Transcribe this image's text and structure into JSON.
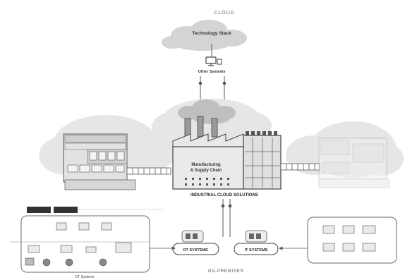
{
  "diagram": {
    "cloud_label": "CLOUD",
    "tech_stack": "Technology Stack",
    "other_systems": "Other Systems",
    "factory_label_1": "Manufacturing",
    "factory_label_2": "& Supply Chain",
    "industrial_cloud": "INDUSTRIAL CLOUD SOLUTIONS",
    "ot_systems_pill": "OT SYSTEMS",
    "it_systems_pill": "IT SYSTEMS",
    "on_premises": "ON-PREMISES",
    "ot_systems_panel": "OT Systems",
    "left_building_caption": "",
    "right_building_caption": "",
    "left_arrow_caption": "",
    "right_arrow_caption": "",
    "left_panel_header_1": "",
    "left_panel_header_2": "",
    "left_panel_side": "",
    "right_panel_caption": "",
    "colors": {
      "line": "#555555",
      "panel_stroke": "#6a6a6a",
      "cloud_fill": "#d4d4d4",
      "building_fill": "#e2e2e2",
      "building_faded": "#f0f0f0",
      "dark_tab": "#333333"
    }
  }
}
